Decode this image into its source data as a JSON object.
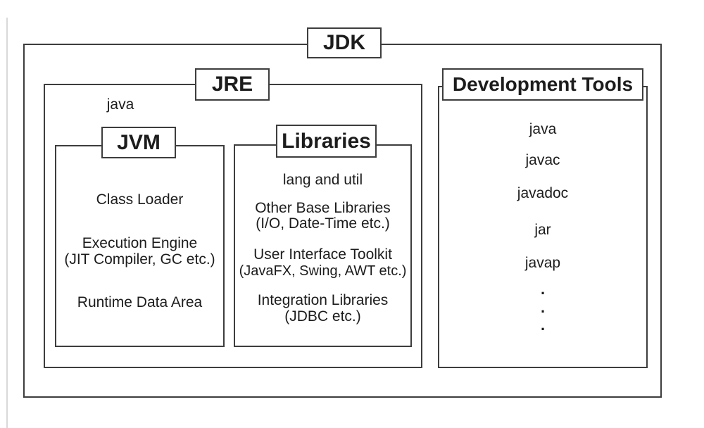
{
  "diagram": {
    "jdk_label": "JDK",
    "jre": {
      "label": "JRE",
      "java_label": "java"
    },
    "jvm": {
      "label": "JVM",
      "lines": [
        "Class Loader",
        "Execution Engine",
        "(JIT Compiler, GC etc.)",
        "Runtime Data Area"
      ]
    },
    "libraries": {
      "label": "Libraries",
      "lines": [
        "lang and util",
        "Other Base Libraries",
        "(I/O, Date-Time etc.)",
        "User Interface Toolkit",
        "(JavaFX, Swing, AWT etc.)",
        "Integration Libraries",
        "(JDBC etc.)"
      ]
    },
    "development_tools": {
      "label": "Development Tools",
      "lines": [
        "java",
        "javac",
        "javadoc",
        "jar",
        "javap"
      ],
      "ellipsis": [
        ".",
        ".",
        "."
      ]
    },
    "colors": {
      "border": "#3d3d3d",
      "text": "#1c1c1c",
      "background": "#ffffff"
    }
  }
}
